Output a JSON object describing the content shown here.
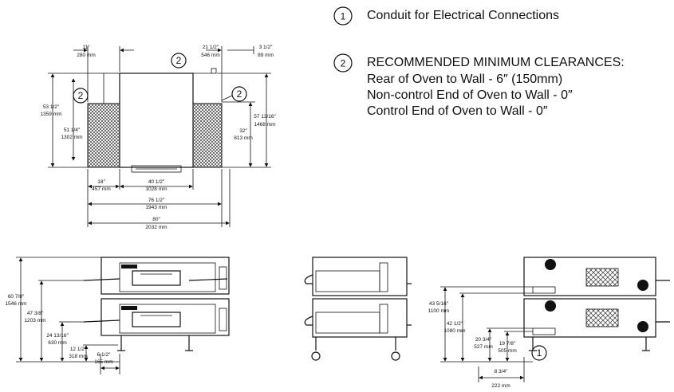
{
  "legend": {
    "item1": {
      "number": "1",
      "text": "Conduit for Electrical Connections"
    },
    "item2": {
      "number": "2",
      "title": "RECOMMENDED MINIMUM CLEARANCES:",
      "lines": [
        "Rear of Oven to Wall - 6″ (150mm)",
        "Non-control End of Oven to Wall - 0″",
        "Control End of Oven to Wall - 0″"
      ]
    }
  },
  "callouts": {
    "one": "1",
    "two": "2"
  },
  "top_view": {
    "d11": {
      "in": "11″",
      "mm": "280 mm"
    },
    "d21": {
      "in": "21 1/2″",
      "mm": "546 mm"
    },
    "d3": {
      "in": "3 1/2″",
      "mm": "89 mm"
    },
    "d53": {
      "in": "53 1/2″",
      "mm": "1359 mm"
    },
    "d51": {
      "in": "51 1/4″",
      "mm": "1302 mm"
    },
    "d32": {
      "in": "32″",
      "mm": "813 mm"
    },
    "d57": {
      "in": "57 13/16″",
      "mm": "1468 mm"
    },
    "d18": {
      "in": "18″",
      "mm": "457 mm"
    },
    "d40": {
      "in": "40 1/2″",
      "mm": "1028 mm"
    },
    "d76": {
      "in": "76 1/2″",
      "mm": "1943 mm"
    },
    "d80": {
      "in": "80″",
      "mm": "2032 mm"
    }
  },
  "front_view": {
    "d60": {
      "in": "60 7/8″",
      "mm": "1546 mm"
    },
    "d47": {
      "in": "47 3/8″",
      "mm": "1203 mm"
    },
    "d24": {
      "in": "24 13/16″",
      "mm": "630 mm"
    },
    "d12": {
      "in": "12 1/2″",
      "mm": "318 mm"
    },
    "d6": {
      "in": "6 1/2″",
      "mm": "165 mm"
    }
  },
  "rear_view": {
    "d43": {
      "in": "43 5/16″",
      "mm": "1100 mm"
    },
    "d42": {
      "in": "42 1/2″",
      "mm": "1080 mm"
    },
    "d20": {
      "in": "20 3/4″",
      "mm": "527 mm"
    },
    "d19": {
      "in": "19 7/8″",
      "mm": "505 mm"
    },
    "d8": {
      "in": "8 3/4″",
      "mm": "222 mm"
    }
  }
}
